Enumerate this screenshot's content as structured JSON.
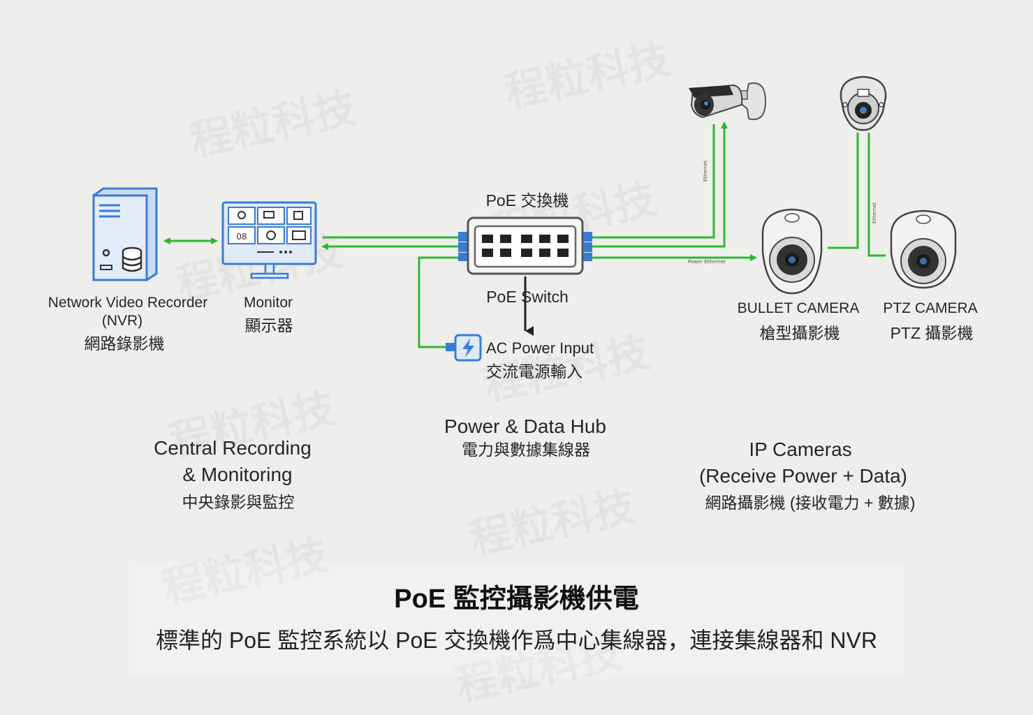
{
  "colors": {
    "line_green": "#2eb82e",
    "device_blue": "#3a7bd5",
    "device_fill": "#dfe9f7",
    "dark": "#333333"
  },
  "watermark": "程粒科技",
  "nodes": {
    "nvr": {
      "label_en_1": "Network Video Recorder",
      "label_en_2": "(NVR)",
      "label_cn": "網路錄影機"
    },
    "monitor": {
      "label_en": "Monitor",
      "label_cn": "顯示器"
    },
    "switch": {
      "label_top": "PoE 交換機",
      "label_bottom": "PoE Switch"
    },
    "ac_power": {
      "label_en": "AC Power Input",
      "label_cn": "交流電源輸入"
    },
    "bullet_camera": {
      "label_en": "BULLET CAMERA",
      "label_cn": "槍型攝影機"
    },
    "ptz_camera": {
      "label_en": "PTZ CAMERA",
      "label_cn": "PTZ 攝影機"
    }
  },
  "sections": {
    "recording": {
      "line1": "Central Recording",
      "line2": "& Monitoring",
      "cn": "中央錄影與監控"
    },
    "hub": {
      "line1": "Power & Data Hub",
      "cn": "電力與數據集線器"
    },
    "cameras": {
      "line1": "IP Cameras",
      "line2": "(Receive Power + Data)",
      "cn": "網路攝影機 (接收電力 + 數據)"
    }
  },
  "footer": {
    "title": "PoE 監控攝影機供電",
    "subtitle": "標準的 PoE 監控系統以 PoE 交換機作爲中心集線器，連接集線器和 NVR"
  }
}
